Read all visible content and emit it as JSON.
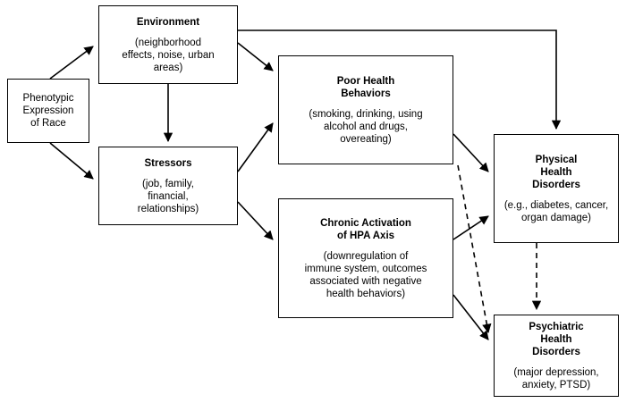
{
  "diagram": {
    "type": "flowchart",
    "nodes": [
      {
        "id": "phenotypic",
        "title": "Phenotypic\nExpression\nof Race",
        "body": ""
      },
      {
        "id": "environment",
        "title": "Environment",
        "body": "(neighborhood\neffects, noise, urban\nareas)"
      },
      {
        "id": "stressors",
        "title": "Stressors",
        "body": "(job, family,\nfinancial,\nrelationships)"
      },
      {
        "id": "behaviors",
        "title": "Poor Health\nBehaviors",
        "body": "(smoking, drinking, using\nalcohol and drugs,\novereating)"
      },
      {
        "id": "hpa",
        "title": "Chronic Activation\nof HPA Axis",
        "body": "(downregulation of\nimmune system, outcomes\nassociated with negative\nhealth behaviors)"
      },
      {
        "id": "physical",
        "title": "Physical\nHealth\nDisorders",
        "body": "(e.g., diabetes, cancer,\norgan damage)"
      },
      {
        "id": "psychiatric",
        "title": "Psychiatric\nHealth\nDisorders",
        "body": "(major depression,\nanxiety, PTSD)"
      }
    ],
    "edges": [
      {
        "from": "phenotypic",
        "to": "environment",
        "style": "solid"
      },
      {
        "from": "phenotypic",
        "to": "stressors",
        "style": "solid"
      },
      {
        "from": "environment",
        "to": "stressors",
        "style": "solid"
      },
      {
        "from": "environment",
        "to": "behaviors",
        "style": "solid"
      },
      {
        "from": "environment",
        "to": "physical",
        "style": "solid"
      },
      {
        "from": "stressors",
        "to": "behaviors",
        "style": "solid"
      },
      {
        "from": "stressors",
        "to": "hpa",
        "style": "solid"
      },
      {
        "from": "behaviors",
        "to": "physical",
        "style": "solid"
      },
      {
        "from": "behaviors",
        "to": "psychiatric",
        "style": "dashed"
      },
      {
        "from": "hpa",
        "to": "physical",
        "style": "solid"
      },
      {
        "from": "hpa",
        "to": "psychiatric",
        "style": "solid"
      },
      {
        "from": "physical",
        "to": "psychiatric",
        "style": "dashed"
      }
    ],
    "colors": {
      "line": "#000000",
      "box_border": "#000000",
      "background": "#ffffff",
      "text": "#000000"
    }
  }
}
